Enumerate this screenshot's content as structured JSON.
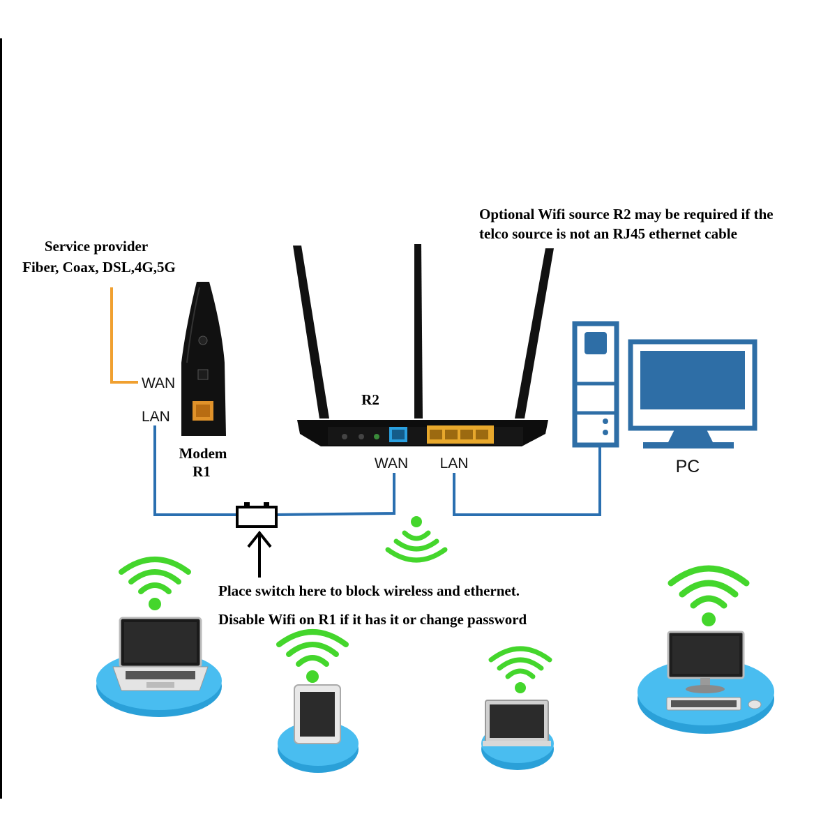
{
  "labels": {
    "service_provider_line1": "Service provider",
    "service_provider_line2": "Fiber, Coax, DSL,4G,5G",
    "modem_wan": "WAN",
    "modem_lan": "LAN",
    "modem_name": "Modem",
    "modem_id": "R1",
    "router_id": "R2",
    "router_wan": "WAN",
    "router_lan": "LAN",
    "pc": "PC",
    "optional_line1": "Optional Wifi source R2 may be required if the",
    "optional_line2": "telco source is not an RJ45 ethernet cable",
    "switch_note_line1": "Place switch here to block wireless and ethernet.",
    "switch_note_line2": "Disable Wifi on R1 if it has it or change password"
  },
  "colors": {
    "ethernet_cable": "#2a6fb0",
    "provider_cable": "#f0a030",
    "wifi": "#44d62c",
    "device_base": "#3fb6e8",
    "pc_outline": "#2e6ea6"
  },
  "icons": [
    "wifi-icon",
    "laptop-icon",
    "tablet-icon",
    "desktop-icon",
    "router-icon",
    "modem-icon",
    "switch-icon",
    "arrow-up-icon"
  ]
}
